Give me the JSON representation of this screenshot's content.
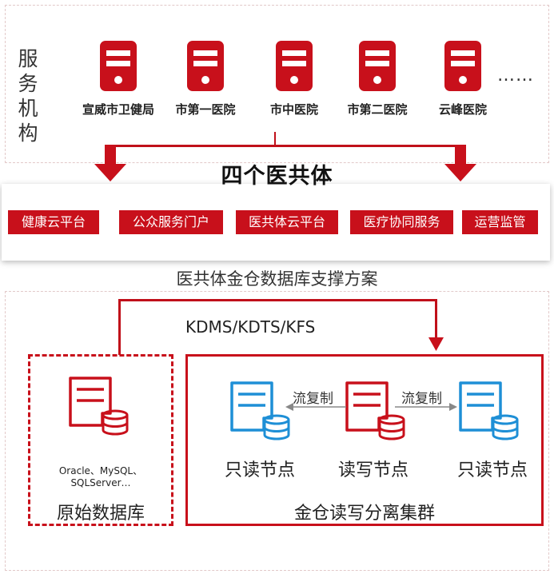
{
  "service_label": "服务机构",
  "organizations": [
    {
      "name": "宣威市卫健局"
    },
    {
      "name": "市第一医院"
    },
    {
      "name": "市中医院"
    },
    {
      "name": "市第二医院"
    },
    {
      "name": "云峰医院"
    }
  ],
  "more_indicator": "……",
  "alliance_title": "四个医共体",
  "platforms": [
    "健康云平台",
    "公众服务门户",
    "医共体云平台",
    "医疗协同服务",
    "运营监管"
  ],
  "solution_title": "医共体金仓数据库支撑方案",
  "sync_tools": "KDMS/KDTS/KFS",
  "source_db": {
    "engines": "Oracle、MySQL、SQLServer…",
    "label": "原始数据库"
  },
  "cluster": {
    "label": "金仓读写分离集群",
    "nodes": [
      "只读节点",
      "读写节点",
      "只读节点"
    ],
    "replication_label": "流复制"
  },
  "colors": {
    "primary_red": "#c8101b",
    "replica_blue": "#1e8fd6"
  }
}
